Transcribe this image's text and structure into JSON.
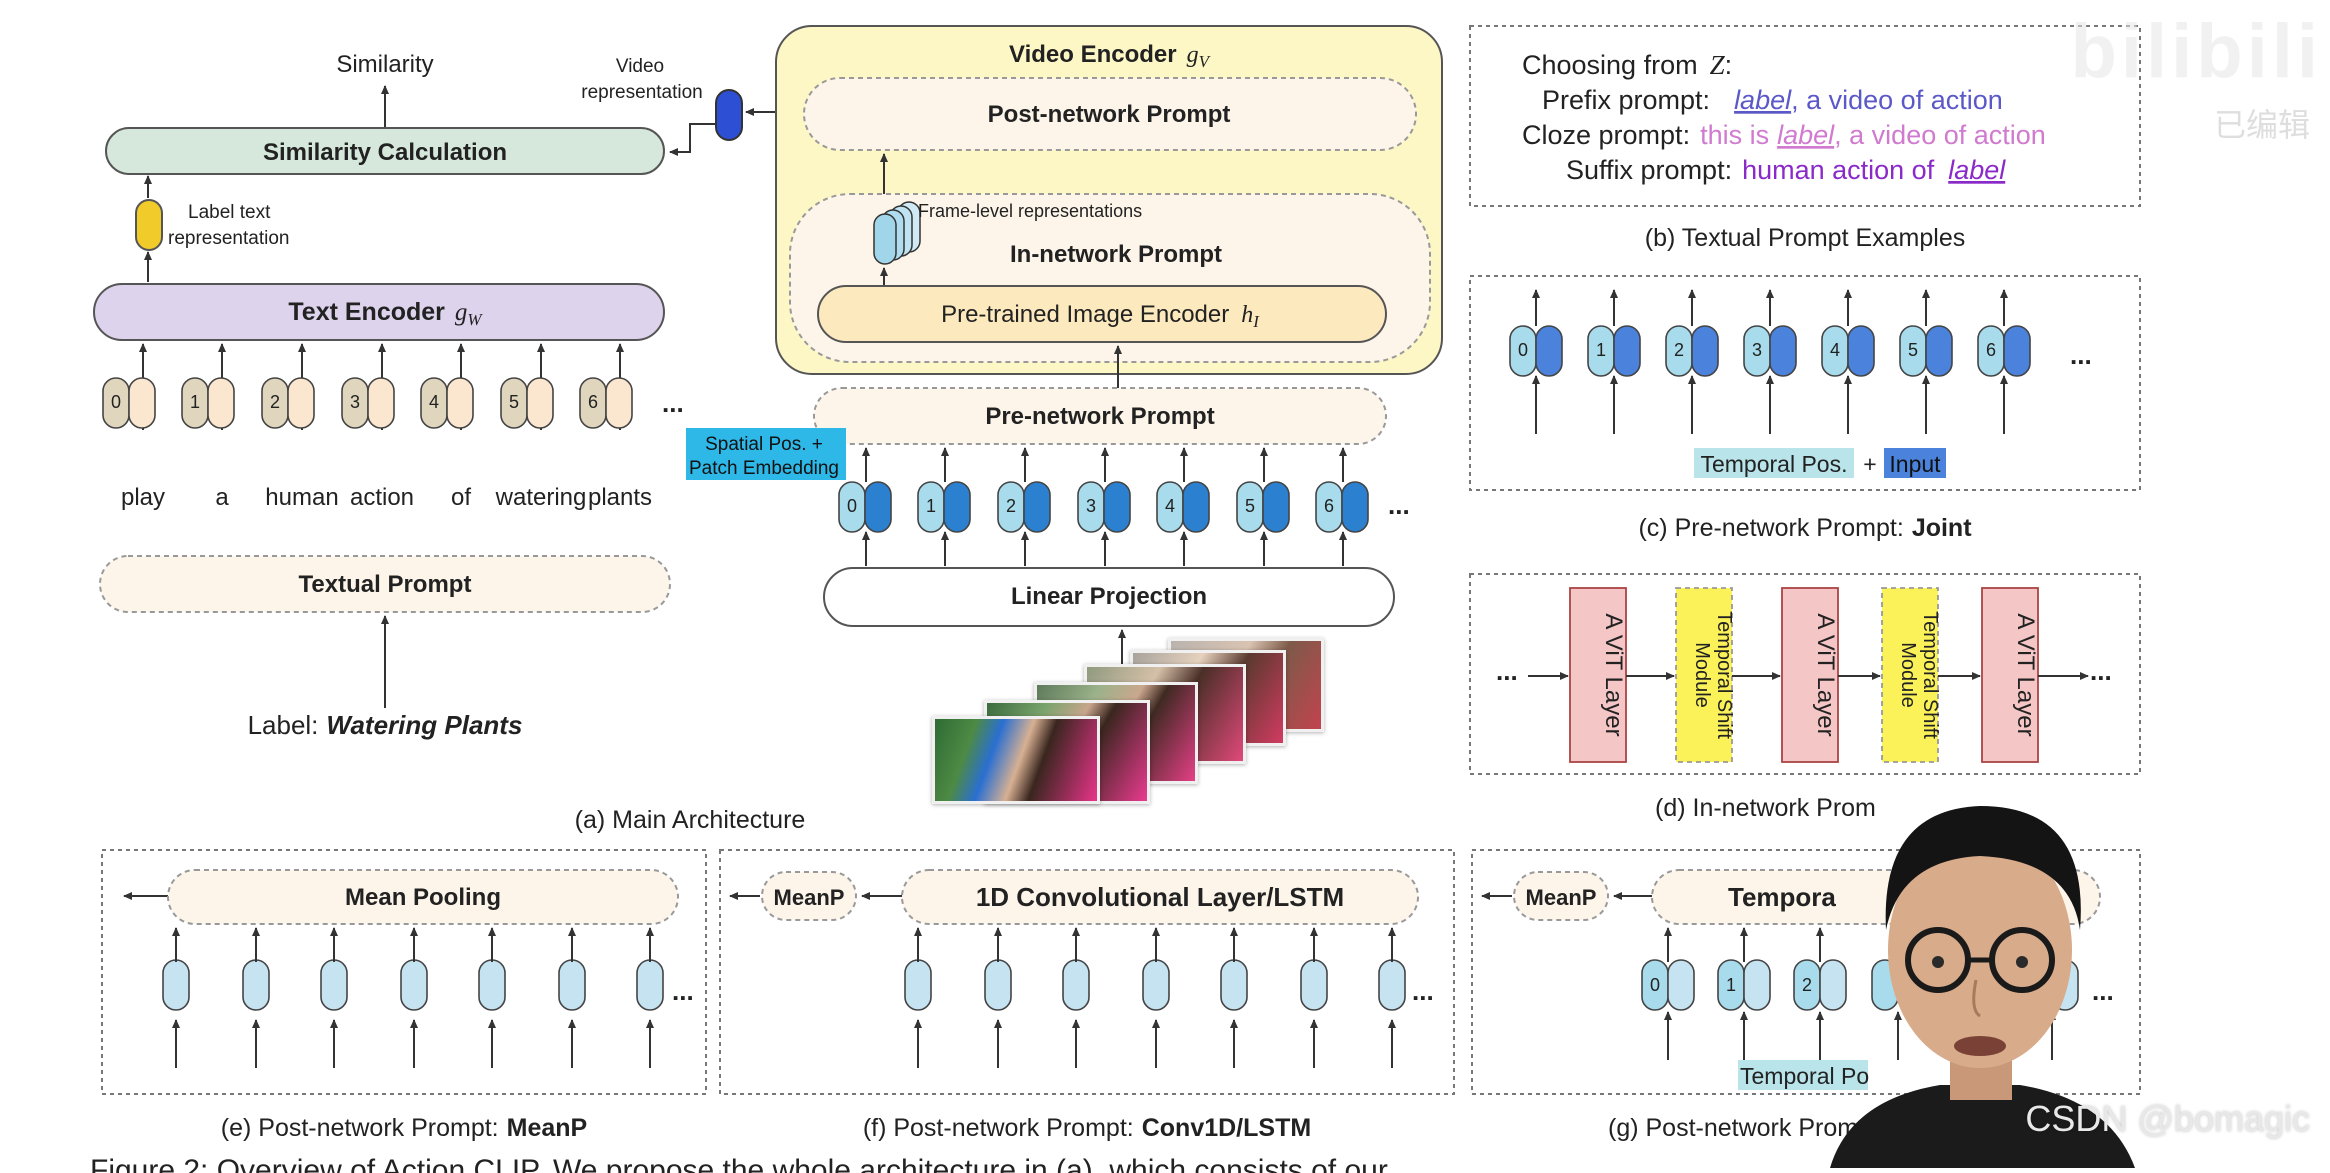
{
  "main": {
    "similarity": "Similarity",
    "similarity_calc": "Similarity Calculation",
    "label_text_rep_1": "Label text",
    "label_text_rep_2": "representation",
    "text_encoder": "Text Encoder",
    "text_encoder_sym": "gW",
    "tokens": [
      "play",
      "a",
      "human",
      "action",
      "of",
      "watering",
      "plants"
    ],
    "indices": [
      "0",
      "1",
      "2",
      "3",
      "4",
      "5",
      "6"
    ],
    "ellipsis": "...",
    "textual_prompt": "Textual Prompt",
    "label_prefix": "Label:",
    "label_value": "Watering Plants",
    "video_rep_1": "Video",
    "video_rep_2": "representation",
    "video_encoder": "Video Encoder",
    "video_encoder_sym": "gV",
    "post_network_prompt": "Post-network Prompt",
    "frame_level": "Frame-level representations",
    "in_network_prompt": "In-network Prompt",
    "image_encoder": "Pre-trained Image Encoder",
    "image_encoder_sym": "hI",
    "pre_network_prompt": "Pre-network Prompt",
    "spatial_pos": "Spatial Pos. +",
    "patch_embedding": "Patch  Embedding",
    "linear_projection": "Linear Projection",
    "caption": "(a) Main Architecture"
  },
  "panel_b": {
    "choosing": "Choosing from",
    "choosing_sym": "Z",
    "colon": ":",
    "prefix_label": "Prefix prompt:",
    "prefix_label_word": "label",
    "prefix_rest": ",   a video of action",
    "cloze_label": "Cloze prompt:",
    "cloze_pre": "this is",
    "cloze_label_word": "label",
    "cloze_rest": ", a video of action",
    "suffix_label": "Suffix prompt:",
    "suffix_pre": "human action of",
    "suffix_label_word": "label",
    "caption": "(b) Textual Prompt Examples"
  },
  "panel_c": {
    "temporal_pos": "Temporal Pos.",
    "plus": "+",
    "input": "Input",
    "caption_pre": "(c) Pre-network Prompt:",
    "caption_bold": "Joint"
  },
  "panel_d": {
    "vit_layer": "A ViT Layer",
    "temporal_shift": "Temporal Shift",
    "module": "Module",
    "caption": "(d) In-network Prom"
  },
  "panel_e": {
    "mean_pooling": "Mean Pooling",
    "caption_pre": "(e) Post-network Prompt:",
    "caption_bold": "MeanP"
  },
  "panel_f": {
    "meanp": "MeanP",
    "conv": "1D Convolutional Layer/LSTM",
    "caption_pre": "(f) Post-network Prompt:",
    "caption_bold": "Conv1D/LSTM"
  },
  "panel_g": {
    "meanp": "MeanP",
    "temporal": "Tempora",
    "temporal_pos": "Temporal Po",
    "caption": "(g) Post-network Prom"
  },
  "figure_caption": "Figure 2: Overview of Action CLIP. We propose the whole architecture in (a), which consists of our",
  "watermark": {
    "site": "CSDN @bomagic",
    "logo": "bilibili",
    "sub": "已编辑"
  },
  "colors": {
    "similarity_box": "#d6e8dc",
    "text_encoder_box": "#ddd3ec",
    "label_rep": "#f0cb2a",
    "video_rep": "#2d4fd4",
    "video_encoder_bg": "#fdf7c6",
    "prompt_bg": "#fdf5ea",
    "token_text": "#e0d6be",
    "token_pair": "#fbe6d0",
    "frame_light": "#a8dcec",
    "frame_dark": "#2c80d0",
    "spatial_bg": "#2db8e8",
    "vit_fill": "#f5c6c6",
    "shift_fill": "#fbf25a",
    "temporal_pos_bg": "#b8e4ea",
    "input_bg": "#4a82dc",
    "post_light": "#c6e3f2",
    "label_blue": "#5b58c8",
    "label_pink": "#d07ad0",
    "label_purple": "#8a2ac8"
  }
}
